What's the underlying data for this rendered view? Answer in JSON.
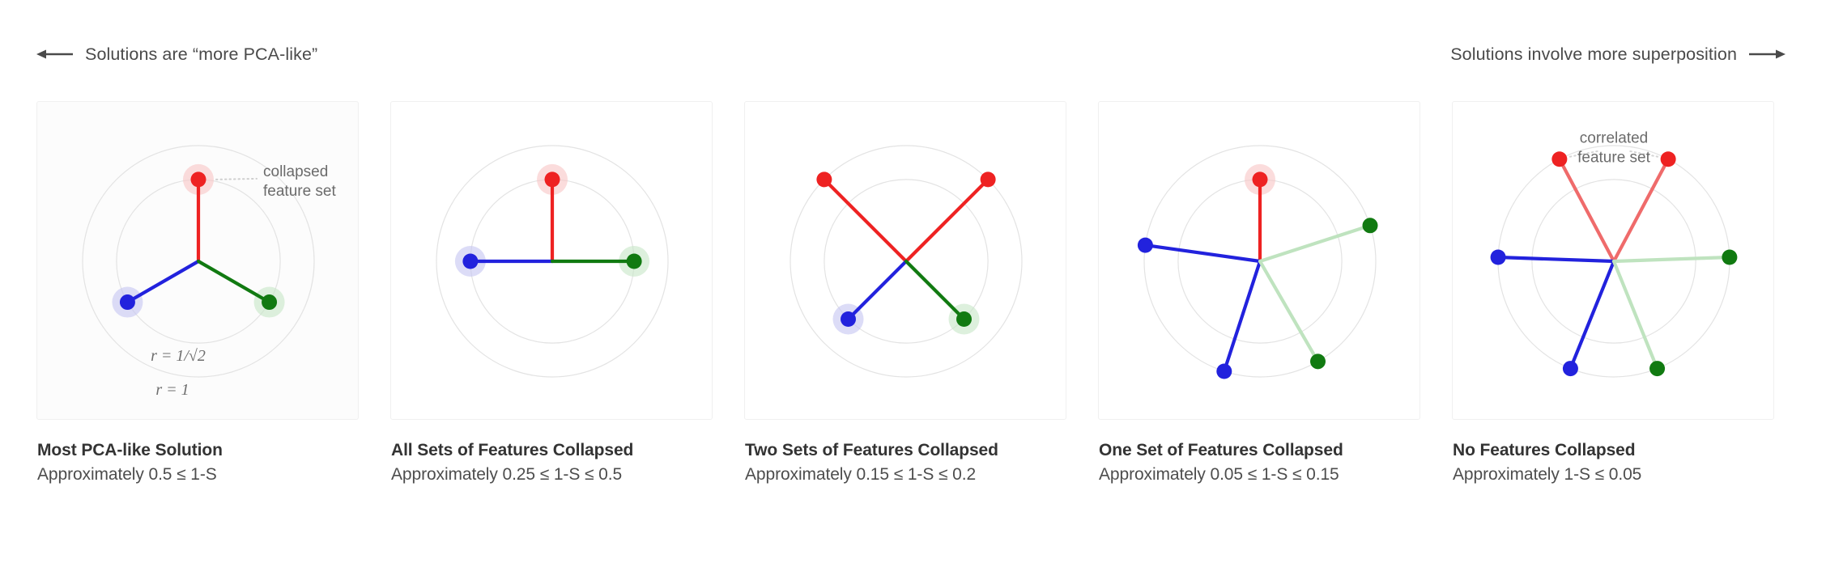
{
  "header": {
    "left_label": "Solutions are “more PCA-like”",
    "right_label": "Solutions involve more superposition",
    "left_arrow_icon": "arrow-left-icon",
    "right_arrow_icon": "arrow-right-icon"
  },
  "colors": {
    "red": "#ee2222",
    "blue": "#2222dd",
    "green": "#117a11",
    "red_faded": "#ef6b6b",
    "green_faded": "#bfe3bf",
    "red_halo": "#f9c6c6",
    "blue_halo": "#c6c6f2",
    "green_halo": "#c8e6c8",
    "circle_stroke": "#e3e3e3",
    "panel_bg": "#fcfcfc",
    "panel_border": "#f0f0f0",
    "text": "#3d3d3d"
  },
  "chart_data": {
    "type": "scatter",
    "description": "Five polar feature-vector diagrams arranged left to right showing increasing superposition",
    "xlabel": "",
    "ylabel": "",
    "radius_rings": [
      {
        "label": "r = 1/√2",
        "value": 0.7071
      },
      {
        "label": "r = 1",
        "value": 1.0
      }
    ],
    "panels": [
      {
        "id": "most-pca-like",
        "title": "Most PCA-like Solution",
        "subtitle": "Approximately 0.5 ≤ 1-S",
        "annotation": "collapsed\nfeature set",
        "annotation_lines": [
          "collapsed",
          "feature set"
        ],
        "show_ring_labels": true,
        "vectors": [
          {
            "color": "red",
            "angle_deg": 90,
            "radius": 0.7071,
            "collapsed": true,
            "faded": false
          },
          {
            "color": "blue",
            "angle_deg": 210,
            "radius": 0.7071,
            "collapsed": true,
            "faded": false
          },
          {
            "color": "green",
            "angle_deg": 330,
            "radius": 0.7071,
            "collapsed": true,
            "faded": false
          }
        ]
      },
      {
        "id": "all-sets-collapsed",
        "title": "All Sets of Features Collapsed",
        "subtitle": "Approximately 0.25 ≤ 1-S ≤ 0.5",
        "annotation": null,
        "annotation_lines": [],
        "show_ring_labels": false,
        "vectors": [
          {
            "color": "red",
            "angle_deg": 90,
            "radius": 0.7071,
            "collapsed": true,
            "faded": false
          },
          {
            "color": "blue",
            "angle_deg": 180,
            "radius": 0.7071,
            "collapsed": true,
            "faded": false
          },
          {
            "color": "green",
            "angle_deg": 0,
            "radius": 0.7071,
            "collapsed": true,
            "faded": false
          }
        ]
      },
      {
        "id": "two-sets-collapsed",
        "title": "Two Sets of Features Collapsed",
        "subtitle": "Approximately 0.15 ≤ 1-S ≤ 0.2",
        "annotation": null,
        "annotation_lines": [],
        "show_ring_labels": false,
        "vectors": [
          {
            "color": "red",
            "angle_deg": 135,
            "radius": 1.0,
            "collapsed": false,
            "faded": false
          },
          {
            "color": "red",
            "angle_deg": 45,
            "radius": 1.0,
            "collapsed": false,
            "faded": false
          },
          {
            "color": "blue",
            "angle_deg": 225,
            "radius": 0.7071,
            "collapsed": true,
            "faded": false
          },
          {
            "color": "green",
            "angle_deg": 315,
            "radius": 0.7071,
            "collapsed": true,
            "faded": false
          }
        ]
      },
      {
        "id": "one-set-collapsed",
        "title": "One Set of Features Collapsed",
        "subtitle": "Approximately 0.05 ≤ 1-S ≤ 0.15",
        "annotation": null,
        "annotation_lines": [],
        "show_ring_labels": false,
        "vectors": [
          {
            "color": "red",
            "angle_deg": 90,
            "radius": 0.7071,
            "collapsed": true,
            "faded": false
          },
          {
            "color": "blue",
            "angle_deg": 172,
            "radius": 1.0,
            "collapsed": false,
            "faded": false
          },
          {
            "color": "blue",
            "angle_deg": 252,
            "radius": 1.0,
            "collapsed": false,
            "faded": false
          },
          {
            "color": "green",
            "angle_deg": 18,
            "radius": 1.0,
            "collapsed": false,
            "faded": true
          },
          {
            "color": "green",
            "angle_deg": 300,
            "radius": 1.0,
            "collapsed": false,
            "faded": true
          }
        ]
      },
      {
        "id": "no-features-collapsed",
        "title": "No Features Collapsed",
        "subtitle": "Approximately 1-S ≤ 0.05",
        "annotation": "correlated\nfeature set",
        "annotation_lines": [
          "correlated",
          "feature set"
        ],
        "show_ring_labels": false,
        "vectors": [
          {
            "color": "red",
            "angle_deg": 118,
            "radius": 1.0,
            "collapsed": false,
            "faded": true
          },
          {
            "color": "red",
            "angle_deg": 62,
            "radius": 1.0,
            "collapsed": false,
            "faded": true
          },
          {
            "color": "blue",
            "angle_deg": 178,
            "radius": 1.0,
            "collapsed": false,
            "faded": false
          },
          {
            "color": "blue",
            "angle_deg": 248,
            "radius": 1.0,
            "collapsed": false,
            "faded": false
          },
          {
            "color": "green",
            "angle_deg": 2,
            "radius": 1.0,
            "collapsed": false,
            "faded": true
          },
          {
            "color": "green",
            "angle_deg": 292,
            "radius": 1.0,
            "collapsed": false,
            "faded": true
          }
        ]
      }
    ]
  }
}
